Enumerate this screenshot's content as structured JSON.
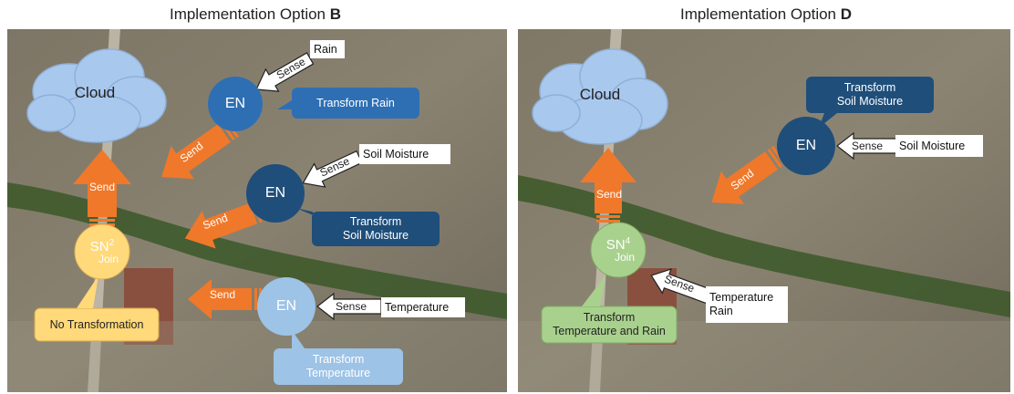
{
  "panel_b": {
    "title_prefix": "Implementation Option ",
    "title_letter": "B",
    "cloud": "Cloud",
    "sn_label": "SN",
    "sn_sup": "2",
    "sn_join": "Join",
    "sn_callout": "No Transformation",
    "send": "Send",
    "sense": "Sense",
    "en_label": "EN",
    "rain_source": "Rain",
    "rain_callout": "Transform Rain",
    "soil_source": "Soil Moisture",
    "soil_callout_line1": "Transform",
    "soil_callout_line2": "Soil Moisture",
    "temp_source": "Temperature",
    "temp_callout_line1": "Transform",
    "temp_callout_line2": "Temperature"
  },
  "panel_d": {
    "title_prefix": "Implementation Option ",
    "title_letter": "D",
    "cloud": "Cloud",
    "sn_label": "SN",
    "sn_sup": "4",
    "sn_join": "Join",
    "sn_callout_line1": "Transform",
    "sn_callout_line2": "Temperature and Rain",
    "send": "Send",
    "sense": "Sense",
    "en_label": "EN",
    "soil_source": "Soil Moisture",
    "soil_callout_line1": "Transform",
    "soil_callout_line2": "Soil Moisture",
    "sn_source_line1": "Temperature",
    "sn_source_line2": "Rain"
  },
  "colors": {
    "en_rain": "#2e6fb4",
    "en_soil": "#1f4e7a",
    "en_temp": "#9dc3e6",
    "sn_b": "#ffd97a",
    "sn_d": "#a9d18e",
    "send_arrow": "#f0782a",
    "cloud": "#a9c8ee"
  }
}
